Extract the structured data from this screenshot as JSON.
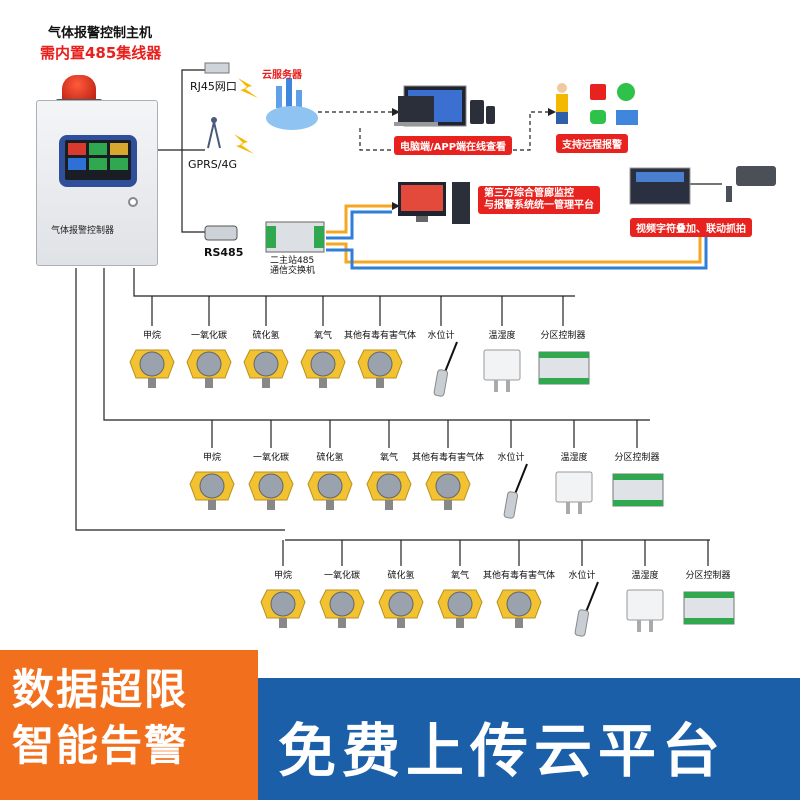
{
  "header": {
    "title": "气体报警控制主机",
    "subtitle": "需内置485集线器"
  },
  "controller": {
    "panel_label": "气体报警控制器"
  },
  "network": {
    "rj45_label": "RJ45网口",
    "gprs_label": "GPRS/4G",
    "rs485_label": "RS485",
    "cloud_label": "云服务器",
    "switch_label_line1": "二主站485",
    "switch_label_line2": "通信交换机"
  },
  "badges": {
    "monitor": "电脑端/APP端在线查看",
    "remote_alarm": "支持远程报警",
    "third_party_line1": "第三方综合管廊监控",
    "third_party_line2": "与报警系统统一管理平台",
    "video": "视频字符叠加、联动抓拍"
  },
  "rows": [
    {
      "sensors": [
        "甲烷",
        "一氧化碳",
        "硫化氢",
        "氧气",
        "其他有毒有害气体",
        "水位计",
        "温湿度",
        "分区控制器"
      ]
    },
    {
      "sensors": [
        "甲烷",
        "一氧化碳",
        "硫化氢",
        "氧气",
        "其他有毒有害气体",
        "水位计",
        "温湿度",
        "分区控制器"
      ]
    },
    {
      "sensors": [
        "甲烷",
        "一氧化碳",
        "硫化氢",
        "氧气",
        "其他有毒有害气体",
        "水位计",
        "温湿度",
        "分区控制器"
      ]
    }
  ],
  "banners": {
    "left_line1": "数据超限",
    "left_line2": "智能告警",
    "right": "免费上传云平台"
  },
  "colors": {
    "accent_red": "#e8231f",
    "banner_orange": "#f26f1d",
    "banner_blue": "#1b5fa8",
    "line_yellow": "#f5a623",
    "line_blue": "#2f7fd8",
    "sensor_yellow": "#f2c231"
  }
}
